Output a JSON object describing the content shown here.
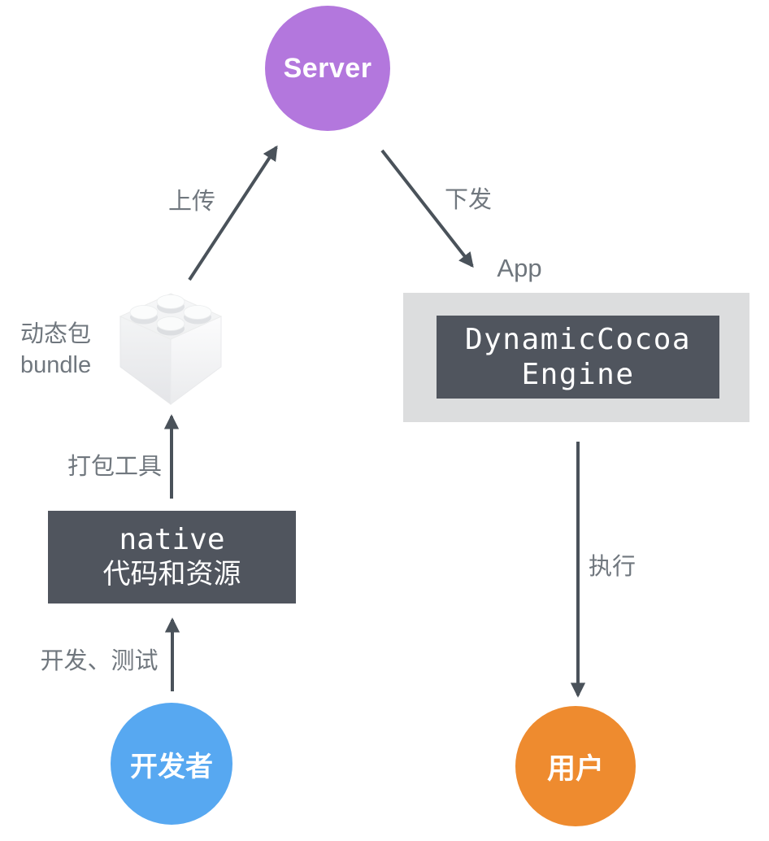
{
  "diagram": {
    "server": {
      "label": "Server"
    },
    "developer": {
      "label": "开发者"
    },
    "user": {
      "label": "用户"
    },
    "bundle": {
      "line1": "动态包",
      "line2": "bundle"
    },
    "app": {
      "label": "App"
    },
    "engine": {
      "line1": "DynamicCocoa",
      "line2": "Engine"
    },
    "native": {
      "line1": "native",
      "line2": "代码和资源"
    },
    "edges": {
      "upload": "上传",
      "distribute": "下发",
      "package_tool": "打包工具",
      "develop_test": "开发、测试",
      "execute": "执行"
    },
    "colors": {
      "server_circle": "#b377dd",
      "developer_circle": "#57a8f1",
      "user_circle": "#ee8b2f",
      "dark_box": "#50555e",
      "app_panel": "#dcddde",
      "arrow": "#4a525a",
      "label_text": "#70777e"
    }
  }
}
